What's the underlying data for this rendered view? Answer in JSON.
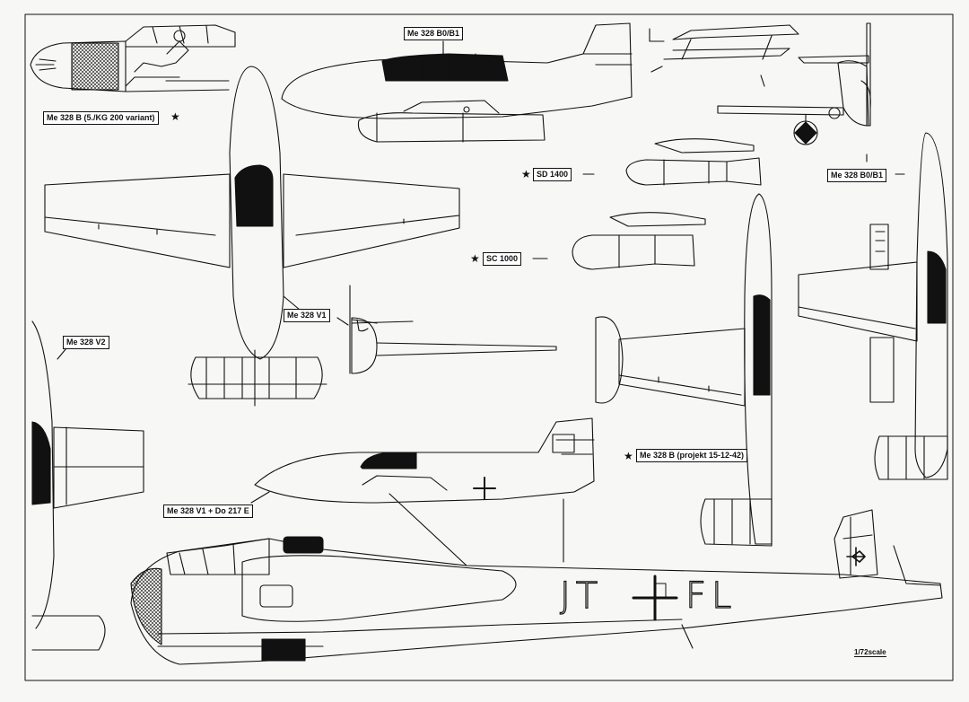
{
  "labels": {
    "me328b_kg200": "Me 328 B (5./KG 200 variant)",
    "me328b0b1_top": "Me 328 B0/B1",
    "sd1400": "SD 1400",
    "me328b0b1_right": "Me 328 B0/B1",
    "sc1000": "SC 1000",
    "me328v1": "Me 328 V1",
    "me328v2": "Me 328 V2",
    "me328b_projekt": "Me 328 B (projekt 15-12-42)",
    "me328v1_do217e": "Me 328 V1 + Do 217 E"
  },
  "markings": {
    "do217_code": "JT",
    "do217_code_suffix": "FL"
  },
  "scale_note": "1/72scale",
  "star_glyph": "★",
  "line_color": "#111111",
  "paper_color": "#f7f7f5"
}
